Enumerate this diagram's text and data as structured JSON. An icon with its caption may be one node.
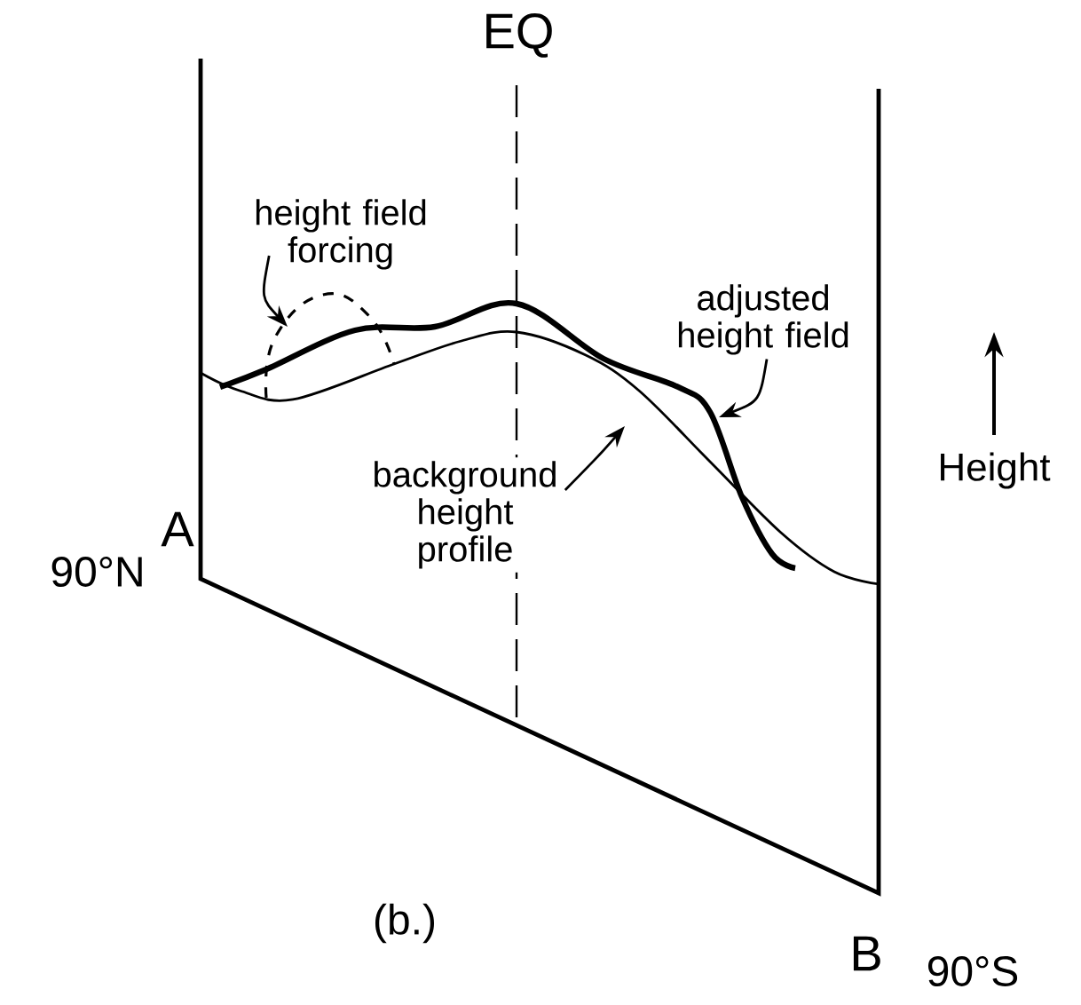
{
  "diagram": {
    "nodes": [
      {
        "text": [
          "height field forcing"
        ]
      },
      {
        "text": [
          "adjusted height field"
        ]
      },
      {
        "text": [
          "background height profile"
        ]
      }
    ],
    "edges": [
      {
        "from": 0,
        "to": null,
        "arrow": "to"
      },
      {
        "from": 1,
        "to": null,
        "arrow": "to"
      },
      {
        "from": 2,
        "to": null,
        "arrow": "to"
      }
    ],
    "labels": [
      "EQ",
      "Height",
      "A",
      "90°N",
      "B",
      "90°S",
      "(b.)"
    ]
  }
}
